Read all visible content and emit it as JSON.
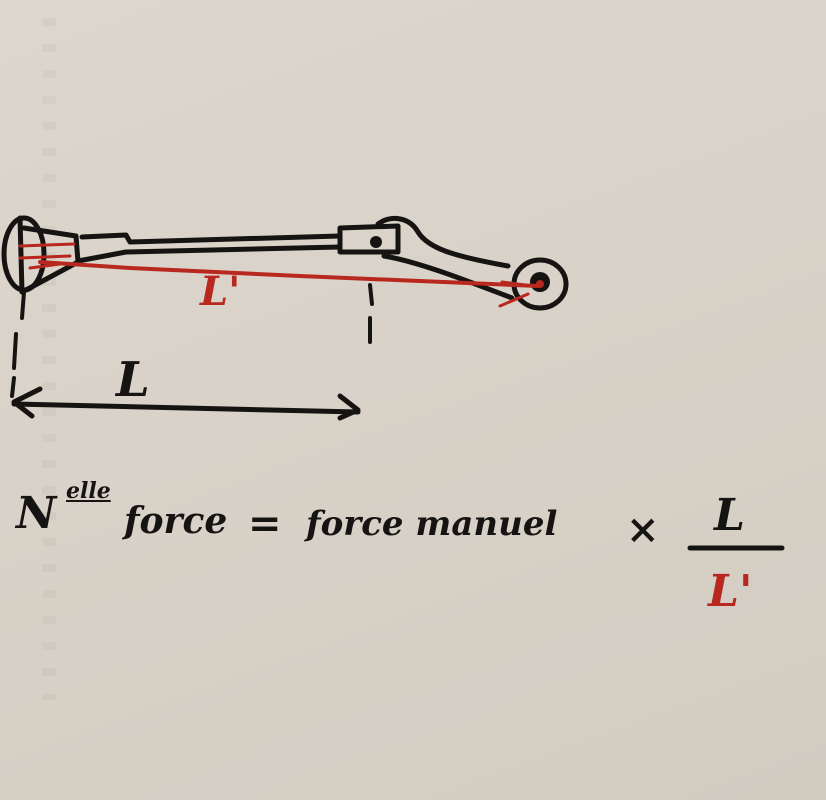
{
  "diagram": {
    "type": "hand-drawn sketch on paper",
    "subject": "torque wrench with extension (crowfoot adapter)",
    "labels": {
      "extended_length": "L'",
      "wrench_length": "L"
    },
    "formula": {
      "lhs": "Nelle force",
      "lhs_prefix": "N",
      "lhs_superscript": "elle",
      "lhs_word": "force",
      "equals": "=",
      "rhs_term": "force manuel",
      "times": "×",
      "numerator": "L",
      "denominator": "L'"
    },
    "colors": {
      "paper": "#d9d3c9",
      "ink_black": "#161412",
      "ink_red": "#b8281e"
    }
  }
}
